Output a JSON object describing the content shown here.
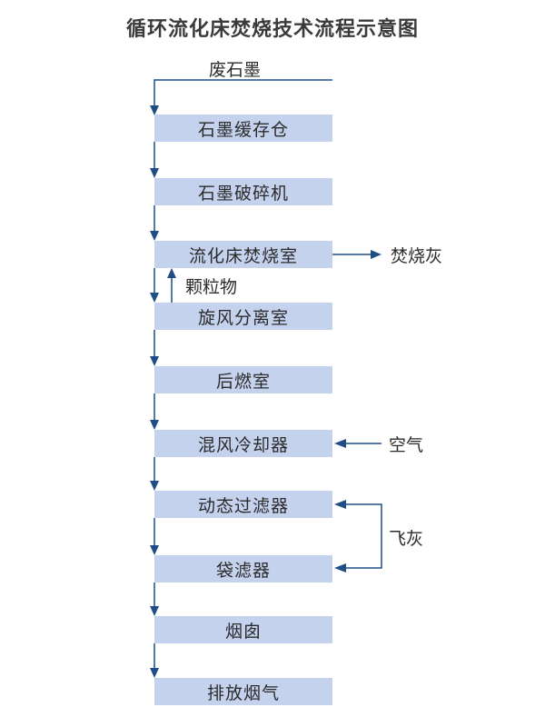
{
  "title": "循环流化床焚烧技术流程示意图",
  "input_label": "废石墨",
  "steps": [
    "石墨缓存仓",
    "石墨破碎机",
    "流化床焚烧室",
    "旋风分离室",
    "后燃室",
    "混风冷却器",
    "动态过滤器",
    "袋滤器",
    "烟囱",
    "排放烟气"
  ],
  "side_labels": {
    "ash_output": "焚烧灰",
    "particles": "颗粒物",
    "air_input": "空气",
    "fly_ash": "飞灰"
  },
  "colors": {
    "box_fill": "#c5d2ee",
    "arrow": "#1f4e86"
  }
}
